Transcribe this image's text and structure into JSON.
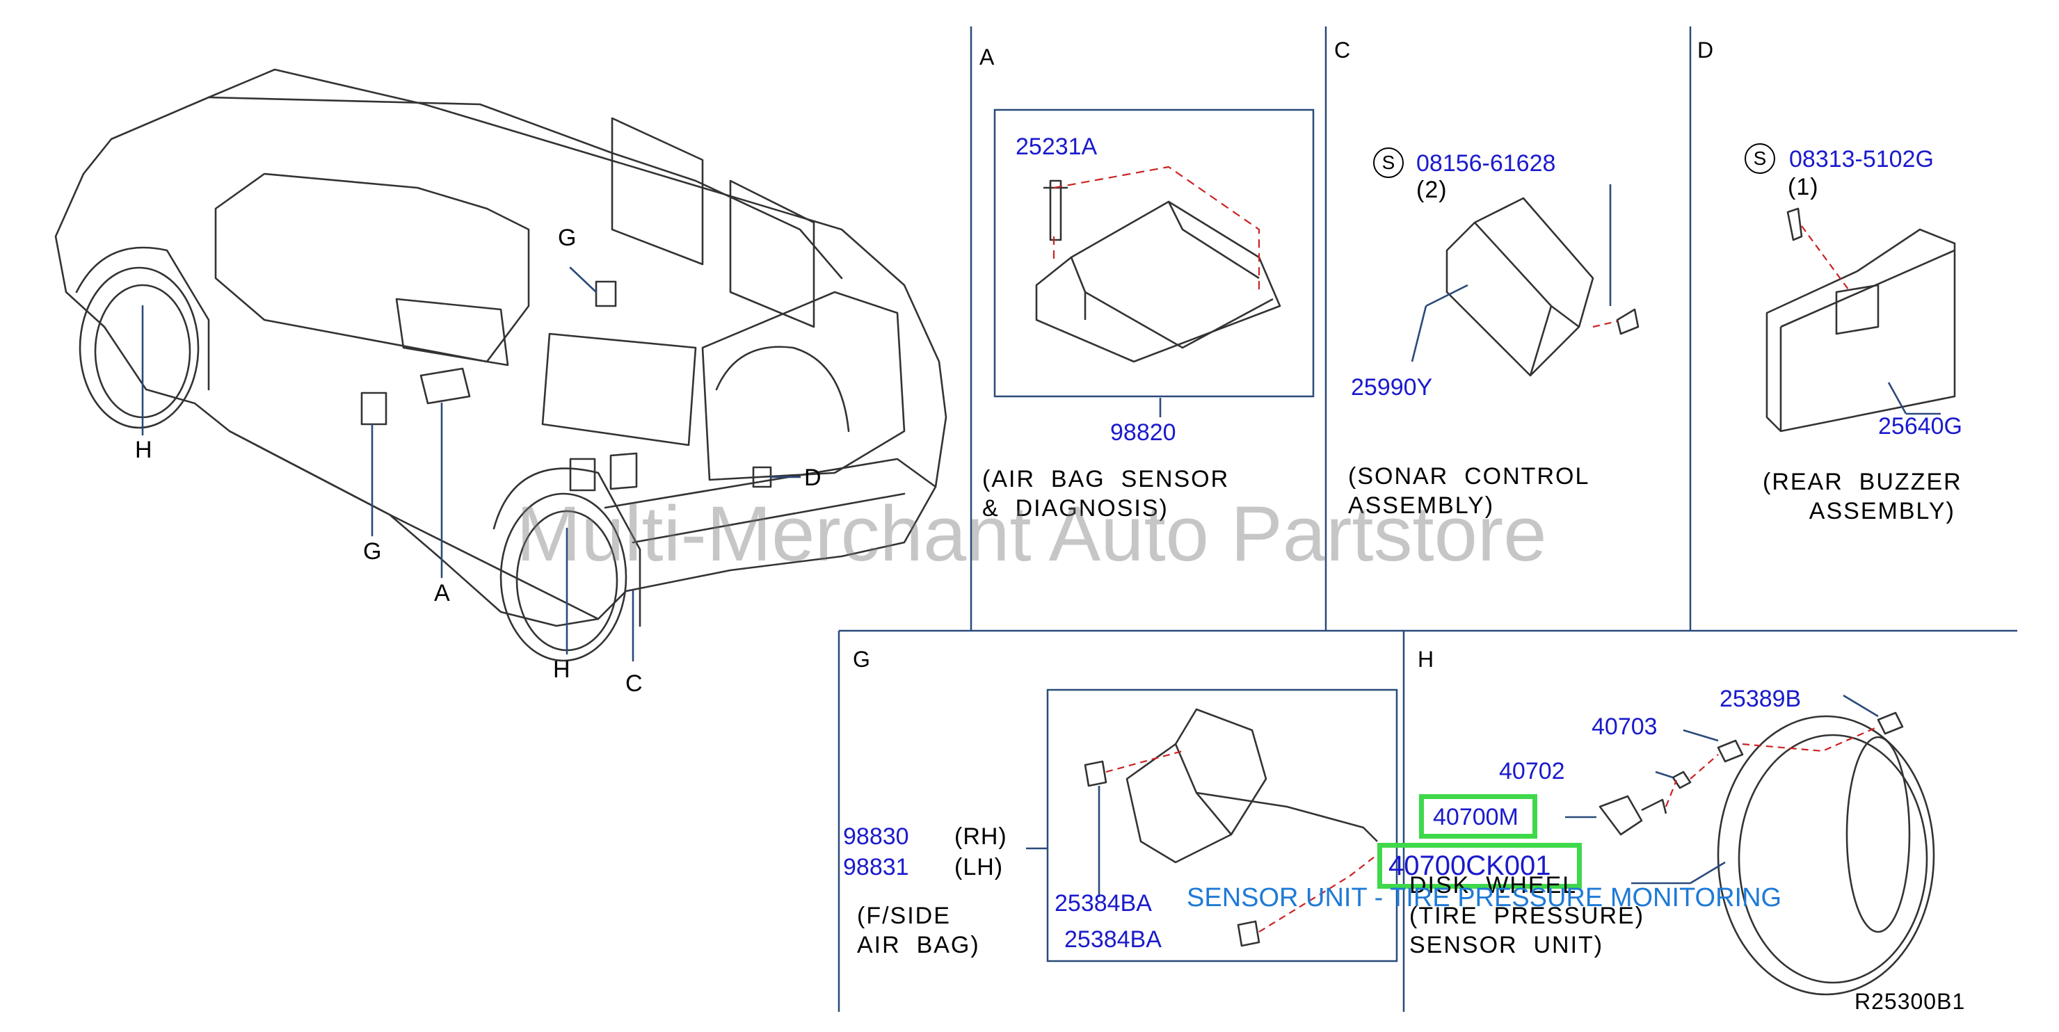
{
  "labels": {
    "car": {
      "G": "G",
      "H_front": "H",
      "G_low": "G",
      "A": "A",
      "D": "D",
      "H_rear": "H",
      "C": "C"
    },
    "panels": {
      "A": "A",
      "C": "C",
      "D": "D",
      "G": "G",
      "H": "H"
    }
  },
  "parts": {
    "p25231A": "25231A",
    "p98820": "98820",
    "p08156": "08156-61628",
    "qty2": "(2)",
    "p25990Y": "25990Y",
    "p08313": "08313-5102G",
    "qty1": "(1)",
    "p25640G": "25640G",
    "p98830": "98830",
    "rh": "(RH)",
    "p98831": "98831",
    "lh": "(LH)",
    "p25384BA_1": "25384BA",
    "p25384BA_2": "25384BA",
    "p25389B": "25389B",
    "p40703": "40703",
    "p40702": "40702",
    "p40700M": "40700M",
    "p40700CK001": "40700CK001"
  },
  "symbols": {
    "s1": "S",
    "s2": "S"
  },
  "descriptions": {
    "A": "(AIR  BAG  SENSOR\n&  DIAGNOSIS)",
    "C": "(SONAR  CONTROL\nASSEMBLY)",
    "D": "(REAR  BUZZER\n      ASSEMBLY)",
    "G": "(F/SIDE\nAIR  BAG)",
    "disk": "DISK  WHEEL",
    "H": "(TIRE  PRESSURE)\nSENSOR  UNIT)"
  },
  "caption": "SENSOR UNIT - TIRE PRESSURE MONITORING",
  "watermark": "Multi-Merchant Auto Partstore",
  "diagram_code": "R25300B1",
  "colors": {
    "part_number": "#1a1acc",
    "highlight": "#3fd84a",
    "caption": "#1e7ad6",
    "dash": "#cc2222"
  }
}
